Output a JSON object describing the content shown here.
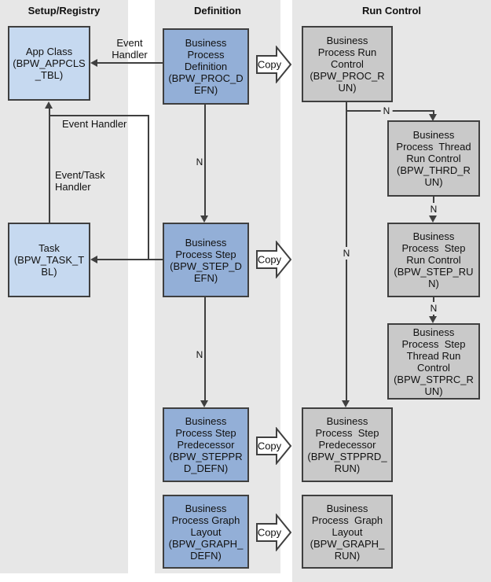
{
  "columns": [
    {
      "label": "Setup/Registry"
    },
    {
      "label": "Definition"
    },
    {
      "label": "Run Control"
    }
  ],
  "boxes": [
    {
      "id": "app-class",
      "text": "App Class\n(BPW_APPCLS\n_TBL)"
    },
    {
      "id": "task",
      "text": "Task\n(BPW_TASK_T\nBL)"
    },
    {
      "id": "bp-definition",
      "text": "Business\nProcess\nDefinition\n(BPW_PROC_D\nEFN)"
    },
    {
      "id": "bp-step",
      "text": "Business\nProcess Step\n(BPW_STEP_D\nEFN)"
    },
    {
      "id": "bp-step-predecessor",
      "text": "Business\nProcess Step\nPredecessor\n(BPW_STEPPR\nD_DEFN)"
    },
    {
      "id": "bp-graph-layout",
      "text": "Business\nProcess Graph\nLayout\n(BPW_GRAPH_\nDEFN)"
    },
    {
      "id": "bp-run-control",
      "text": "Business\nProcess Run\nControl\n(BPW_PROC_R\nUN)"
    },
    {
      "id": "bp-thread-run-control",
      "text": "Business\nProcess  Thread\nRun Control\n(BPW_THRD_R\nUN)"
    },
    {
      "id": "bp-step-run-control",
      "text": "Business\nProcess  Step\nRun Control\n(BPW_STEP_RU\nN)"
    },
    {
      "id": "bp-step-thread-run-control",
      "text": "Business\nProcess  Step\nThread Run\nControl\n(BPW_STPRC_R\nUN)"
    },
    {
      "id": "bp-step-predecessor-run",
      "text": "Business\nProcess  Step\nPredecessor\n(BPW_STPPRD_\nRUN)"
    },
    {
      "id": "bp-graph-layout-run",
      "text": "Business\nProcess  Graph\nLayout\n(BPW_GRAPH_\nRUN)"
    }
  ],
  "labels": {
    "event_handler_top": "Event\nHandler",
    "event_handler_mid": "Event Handler",
    "event_task_handler": "Event/Task\nHandler",
    "n": "N",
    "copy": "Copy"
  },
  "colors": {
    "setup_box": "#c6d9f0",
    "definition_box": "#93afd7",
    "run_control_box": "#c9c9c9",
    "column_band": "#e7e7e7",
    "line": "#3f3f3f",
    "gutter": "#ffffff"
  }
}
